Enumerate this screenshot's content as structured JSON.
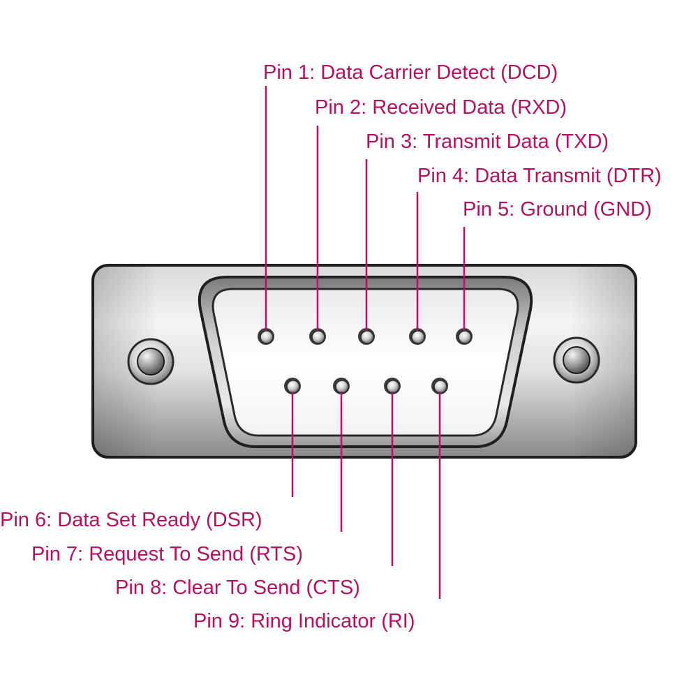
{
  "colors": {
    "label_color": "#b5115f",
    "shell_outline": "#1f1f1f",
    "shell_fill_dark": "#8f8f8f",
    "shell_fill_light": "#f2f2f2"
  },
  "connector": {
    "name": "DE-9 male connector",
    "screw_icon": "screw-icon",
    "pin_icon": "pin-icon"
  },
  "pins": [
    {
      "number": 1,
      "label": "Pin 1: Data Carrier Detect (DCD)",
      "row": "top"
    },
    {
      "number": 2,
      "label": "Pin 2: Received Data (RXD)",
      "row": "top"
    },
    {
      "number": 3,
      "label": "Pin 3: Transmit Data (TXD)",
      "row": "top"
    },
    {
      "number": 4,
      "label": "Pin 4: Data Transmit (DTR)",
      "row": "top"
    },
    {
      "number": 5,
      "label": "Pin 5: Ground (GND)",
      "row": "top"
    },
    {
      "number": 6,
      "label": "Pin 6: Data Set Ready (DSR)",
      "row": "bottom"
    },
    {
      "number": 7,
      "label": "Pin 7: Request To Send (RTS)",
      "row": "bottom"
    },
    {
      "number": 8,
      "label": "Pin 8: Clear To Send (CTS)",
      "row": "bottom"
    },
    {
      "number": 9,
      "label": "Pin 9: Ring Indicator (RI)",
      "row": "bottom"
    }
  ]
}
